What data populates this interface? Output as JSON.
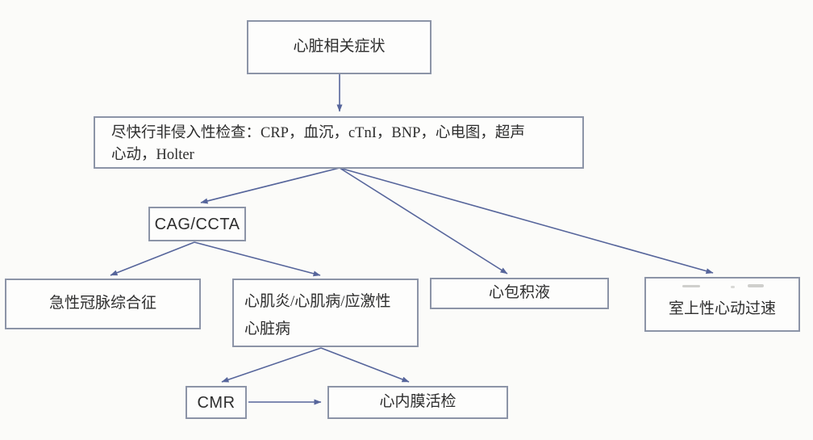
{
  "diagram": {
    "type": "flowchart",
    "language": "zh-CN",
    "colors": {
      "background": "#fbfbf9",
      "node_fill": "#fdfdfc",
      "node_border": "#8c94a7",
      "arrow": "#56659b",
      "text": "#2e2e2e"
    },
    "nodes": [
      {
        "id": "symptoms",
        "lines": [
          "心脏相关症状"
        ]
      },
      {
        "id": "noninvasive-tests",
        "lines": [
          "尽快行非侵入性检查：CRP，血沉，cTnI，BNP，心电图，超声",
          "心动，Holter"
        ]
      },
      {
        "id": "cag-ccta",
        "lines": [
          "CAG/CCTA"
        ]
      },
      {
        "id": "acs",
        "lines": [
          "急性冠脉综合征"
        ]
      },
      {
        "id": "myocarditis",
        "lines": [
          "心肌炎/心肌病/应激性",
          "心脏病"
        ]
      },
      {
        "id": "pericardial-effusion",
        "lines": [
          "心包积液"
        ]
      },
      {
        "id": "svt",
        "lines": [
          "室上性心动过速"
        ]
      },
      {
        "id": "cmr",
        "lines": [
          "CMR"
        ]
      },
      {
        "id": "endomyocardial-biopsy",
        "lines": [
          "心内膜活检"
        ]
      }
    ],
    "edges": [
      {
        "from": "symptoms",
        "to": "noninvasive-tests"
      },
      {
        "from": "noninvasive-tests",
        "to": "cag-ccta"
      },
      {
        "from": "noninvasive-tests",
        "to": "pericardial-effusion"
      },
      {
        "from": "noninvasive-tests",
        "to": "svt"
      },
      {
        "from": "cag-ccta",
        "to": "acs"
      },
      {
        "from": "cag-ccta",
        "to": "myocarditis"
      },
      {
        "from": "myocarditis",
        "to": "cmr"
      },
      {
        "from": "myocarditis",
        "to": "endomyocardial-biopsy"
      },
      {
        "from": "cmr",
        "to": "endomyocardial-biopsy"
      }
    ]
  }
}
